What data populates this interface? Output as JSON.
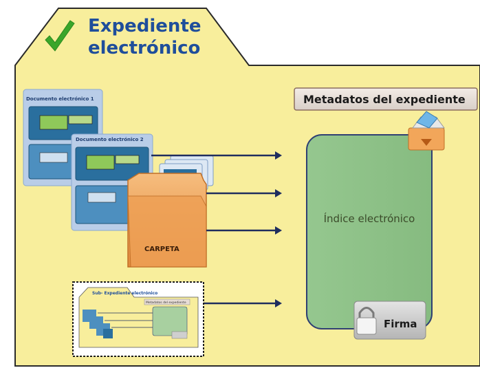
{
  "folder": {
    "title_line1": "Expediente",
    "title_line2": "electrónico"
  },
  "documents": [
    {
      "label": "Documento electrónico 1"
    },
    {
      "label": "Documento electrónico 2"
    }
  ],
  "carpeta": {
    "label": "CARPETA"
  },
  "metadata": {
    "label": "Metadatos del expediente"
  },
  "index": {
    "label": "Índice electrónico"
  },
  "signature": {
    "label": "Firma"
  },
  "subexpediente": {
    "label": "Sub- Expediente electrónico",
    "inner_metadata": "Metadatos del expediente"
  },
  "colors": {
    "folder_fill": "#f8ee9c",
    "folder_stroke": "#2a2a2a",
    "title_blue": "#1f4e9b",
    "check_green": "#3aa62a",
    "index_green": "#8ec28a",
    "index_border": "#2f3f73",
    "arrow": "#1f2d5e",
    "carpeta_orange": "#f2a65a",
    "doc_blue": "#8fb3d9"
  }
}
